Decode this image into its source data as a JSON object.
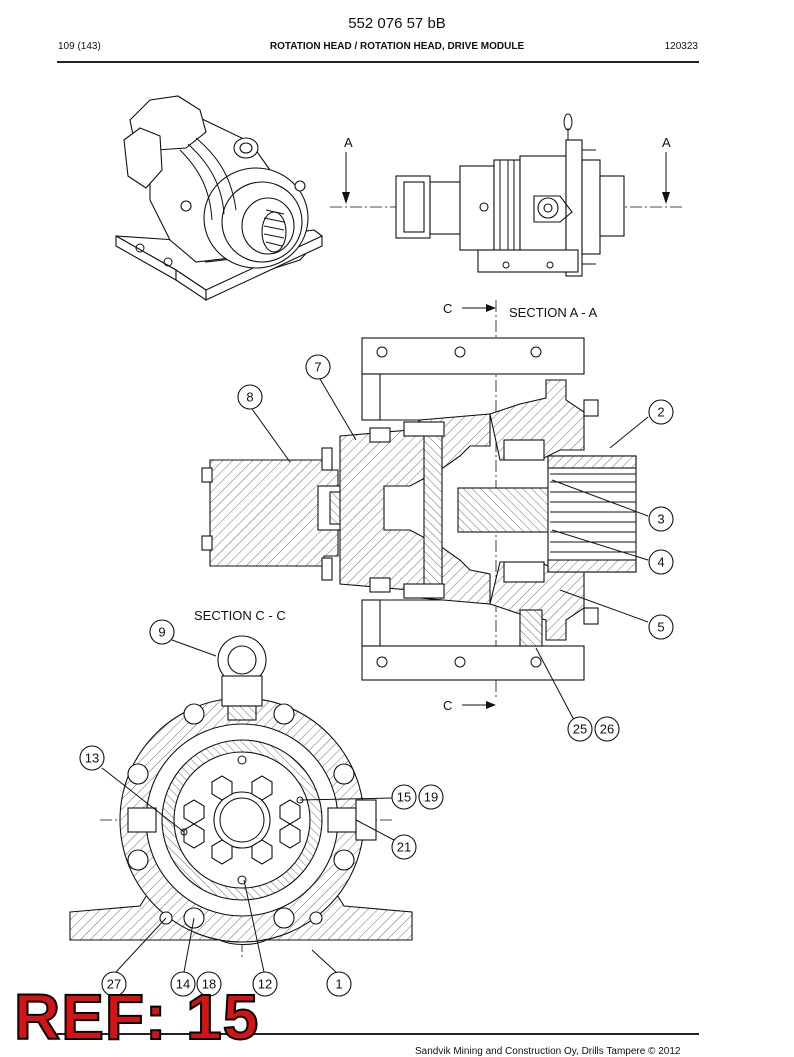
{
  "header": {
    "doc_number": "552 076 57 bB",
    "page": "109 (143)",
    "title": "ROTATION HEAD / ROTATION HEAD, DRIVE MODULE",
    "code": "120323"
  },
  "views": {
    "section_a_marker_left": "A",
    "section_a_marker_right": "A",
    "section_c_marker_top": "C",
    "section_c_marker_bottom": "C",
    "section_aa_label": "SECTION A - A",
    "section_cc_label": "SECTION C - C"
  },
  "callouts": [
    "1",
    "2",
    "3",
    "4",
    "5",
    "7",
    "8",
    "9",
    "12",
    "13",
    "14",
    "15",
    "18",
    "19",
    "21",
    "25",
    "26",
    "27"
  ],
  "ref_stamp": "REF: 15",
  "footer": {
    "text": "Sandvik Mining and Construction Oy, Drills Tampere © 2012"
  }
}
